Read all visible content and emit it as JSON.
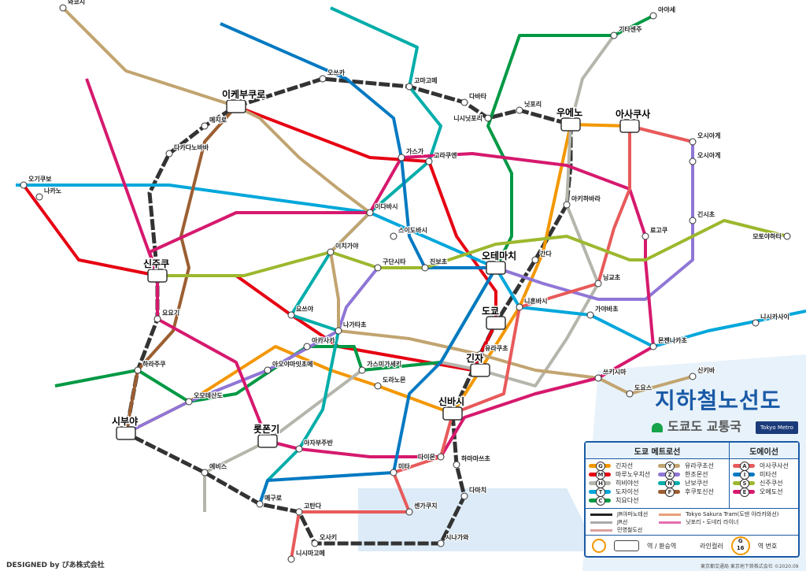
{
  "title": "지하철노선도",
  "subtitle": "도쿄도 교통국",
  "tokyo_metro_badge": "Tokyo Metro",
  "legend": {
    "metro_header": "도쿄 메트로선",
    "toei_header": "도에이선",
    "metro_lines": [
      {
        "code": "G",
        "name": "긴자선",
        "color": "#f39700"
      },
      {
        "code": "M",
        "name": "마루노우치선",
        "color": "#e60012"
      },
      {
        "code": "H",
        "name": "히비야선",
        "color": "#b5b5ac"
      },
      {
        "code": "T",
        "name": "도자이선",
        "color": "#00a7db"
      },
      {
        "code": "C",
        "name": "치요다선",
        "color": "#009944"
      },
      {
        "code": "Y",
        "name": "유라쿠초선",
        "color": "#c1a470"
      },
      {
        "code": "Z",
        "name": "한조몬선",
        "color": "#8f76d6"
      },
      {
        "code": "N",
        "name": "난보쿠선",
        "color": "#00ada9"
      },
      {
        "code": "F",
        "name": "후쿠토신선",
        "color": "#9c5e31"
      }
    ],
    "toei_lines": [
      {
        "code": "A",
        "name": "아사쿠사선",
        "color": "#e85a5a"
      },
      {
        "code": "I",
        "name": "미타선",
        "color": "#0079c2"
      },
      {
        "code": "S",
        "name": "신주쿠선",
        "color": "#9cb82e"
      },
      {
        "code": "E",
        "name": "오에도선",
        "color": "#d6196e"
      }
    ],
    "other_lines": [
      {
        "name": "JR야마노테선",
        "color": "#222222"
      },
      {
        "name": "JR선",
        "color": "#aaaaaa"
      },
      {
        "name": "민영철도선",
        "color": "#d9a0a0"
      },
      {
        "name": "Tokyo Sakura Tram(도덴 아라카와선)",
        "color": "#e8a07a"
      },
      {
        "name": "닛포리・도네리 라이너",
        "color": "#e46fb0"
      }
    ],
    "station_label": "역 / 환승역",
    "line_color_label": "라인컬러",
    "station_number_label": "역 번호",
    "example_code": "G",
    "example_number": "16"
  },
  "stations": {
    "major": [
      "이케부쿠로",
      "신주쿠",
      "시부야",
      "우에노",
      "도쿄",
      "신바시",
      "롯폰기",
      "아사쿠사",
      "오테마치",
      "긴자"
    ],
    "minor": [
      "오기쿠보",
      "나카노",
      "다카다노바바",
      "메지로",
      "오쓰카",
      "고마고메",
      "다바타",
      "니시닛포리",
      "닛포리",
      "기타센주",
      "아야세",
      "오시아게",
      "료고쿠",
      "긴시초",
      "아키하바라",
      "간다",
      "유라쿠초",
      "하마마쓰초",
      "다마치",
      "시나가와",
      "오사키",
      "고탄다",
      "메구로",
      "에비스",
      "하라주쿠",
      "요요기",
      "요쓰야",
      "이치가야",
      "이다바시",
      "고라쿠엔",
      "가스가",
      "스이도바시",
      "진보초",
      "구단시타",
      "나가타초",
      "아카사카",
      "가스미가세키",
      "도라노몬",
      "니혼바시",
      "닝교초",
      "가야바초",
      "몬젠나카초",
      "도요스",
      "신키바",
      "쓰키시마",
      "오모테산도",
      "아오야마잇초메",
      "아자부주반",
      "미타",
      "다이몬",
      "센가쿠지",
      "니시마고메",
      "오시아게",
      "모토야하타",
      "니시카사이",
      "와코시"
    ]
  },
  "footer": {
    "designed_by": "DESIGNED by ぴあ株式会社",
    "credits": "東京都交通局  東京地下鉄株式会社  ©2020.09"
  }
}
